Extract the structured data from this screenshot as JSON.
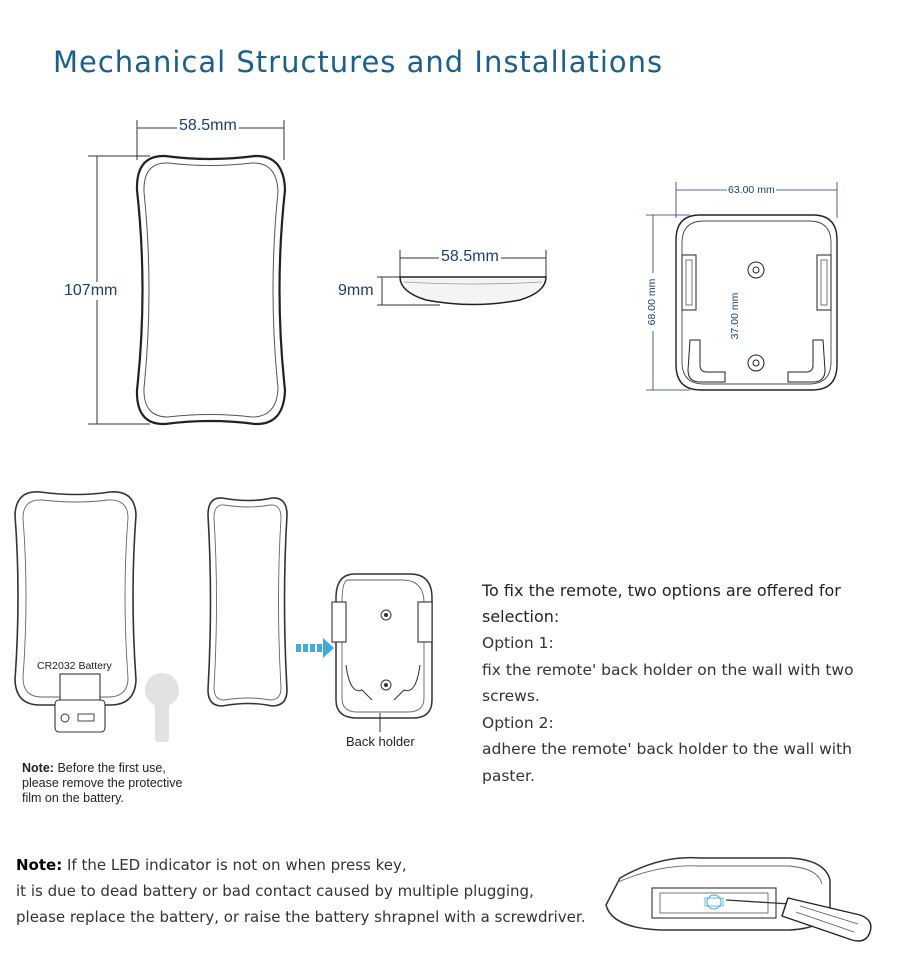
{
  "title": "Mechanical Structures and Installations",
  "dimensions": {
    "front_width": "58.5mm",
    "front_height": "107mm",
    "side_width": "58.5mm",
    "side_thickness": "9mm",
    "holder_width": "63.00 mm",
    "holder_height": "68.00 mm",
    "holder_hole_spacing": "37.00 mm"
  },
  "battery_label": "CR2032 Battery",
  "back_holder_label": "Back holder",
  "battery_note": {
    "label": "Note:",
    "text": "Before the first use, please remove the protective film on the battery.",
    "line1": "Before the first use,",
    "line2": "please remove the protective",
    "line3": "film on the battery."
  },
  "fix_options": {
    "heading": "To fix the remote, two options are offered for selection:",
    "option1_title": "Option 1:",
    "option1_text": "fix the remote' back holder on the wall with two screws.",
    "option2_title": "Option 2:",
    "option2_text": "adhere the remote' back holder to the wall with paster."
  },
  "led_note": {
    "label": "Note:",
    "line1": "If the LED indicator is not on when press key,",
    "line2": "it is due to dead battery or bad contact caused by multiple plugging,",
    "line3": "please replace the battery, or raise the battery shrapnel with a screwdriver."
  },
  "colors": {
    "title": "#1a5f8f",
    "dimension": "#1b3f74",
    "arrow": "#3fa9e0"
  }
}
